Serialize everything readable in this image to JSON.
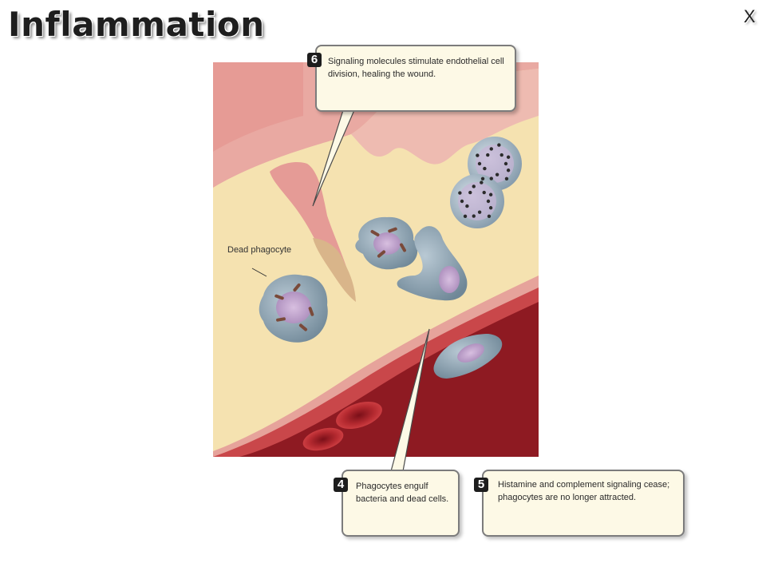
{
  "title": "Inflammation",
  "close_label": "X",
  "labels": {
    "dead_phagocyte": "Dead phagocyte"
  },
  "callouts": [
    {
      "step": "6",
      "text": "Signaling molecules stimulate endothelial cell division, healing the wound."
    },
    {
      "step": "4",
      "text": "Phagocytes engulf bacteria and dead cells."
    },
    {
      "step": "5",
      "text": "Histamine and complement signaling cease; phagocytes are no longer attracted."
    }
  ],
  "colors": {
    "tissue": "#f5e2b0",
    "epithelium": "#e8a7a0",
    "vessel_wall": "#c9474a",
    "blood": "#8e1a22",
    "phagocyte": "#8ea3b3",
    "nucleus": "#c6a4cf",
    "callout_bg": "#fdf9e6"
  }
}
